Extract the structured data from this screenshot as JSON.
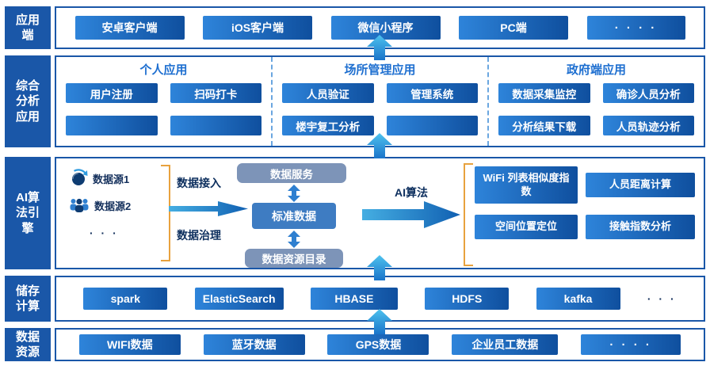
{
  "diagram": {
    "rows": {
      "app": {
        "label": "应用端",
        "items": [
          "安卓客户端",
          "iOS客户端",
          "微信小程序",
          "PC端"
        ],
        "dots": "· · · ·"
      },
      "analysis": {
        "label": "综合分析应用",
        "sections": [
          {
            "title": "个人应用",
            "boxes": [
              "用户注册",
              "扫码打卡",
              "",
              ""
            ]
          },
          {
            "title": "场所管理应用",
            "boxes": [
              "人员验证",
              "管理系统",
              "楼宇复工分析",
              ""
            ]
          },
          {
            "title": "政府端应用",
            "boxes": [
              "数据采集监控",
              "确诊人员分析",
              "分析结果下载",
              "人员轨迹分析"
            ]
          }
        ]
      },
      "ai": {
        "label": "AI算法引擎",
        "source1": "数据源1",
        "source2": "数据源2",
        "source_dots": "· · ·",
        "access": "数据接入",
        "governance": "数据治理",
        "service": "数据服务",
        "standard": "标准数据",
        "catalog": "数据资源目录",
        "algorithm": "AI算法",
        "outputs": [
          "WiFi 列表相似度指数",
          "人员距离计算",
          "空间位置定位",
          "接触指数分析"
        ]
      },
      "storage": {
        "label": "储存计算",
        "items": [
          "spark",
          "ElasticSearch",
          "HBASE",
          "HDFS",
          "kafka"
        ],
        "dots": "· · ·"
      },
      "data": {
        "label": "数据资源",
        "items": [
          "WIFI数据",
          "蓝牙数据",
          "GPS数据",
          "企业员工数据"
        ],
        "dots": "· · · ·"
      }
    },
    "colors": {
      "primary": "#1a57a8",
      "box_light": "#2e84da",
      "box_dark": "#0f4f9e",
      "gray_blue": "#7d94b8",
      "standard_blue": "#3e7cc2",
      "title_blue": "#1e6fd0",
      "bracket_orange": "#e8a23e",
      "arrow_light": "#45aee2"
    }
  }
}
